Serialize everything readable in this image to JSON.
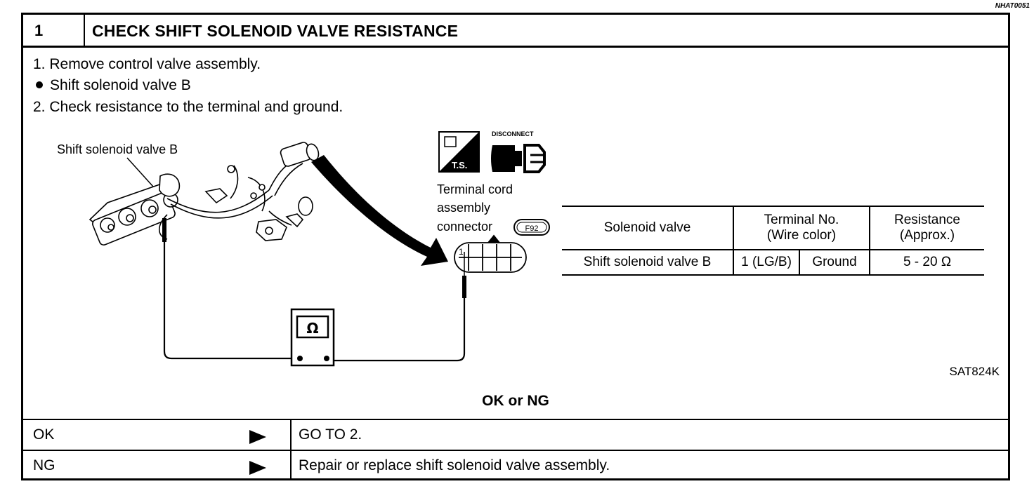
{
  "doc_id": "NHAT0051",
  "step": {
    "number": "1",
    "title": "CHECK SHIFT SOLENOID VALVE RESISTANCE"
  },
  "instructions": [
    "1.  Remove control valve assembly.",
    "Shift solenoid valve B",
    "2.  Check resistance to the terminal and ground."
  ],
  "figure": {
    "solenoid_label": "Shift solenoid valve B",
    "ts_icon_text": "T.S.",
    "disconnect_icon_text": "DISCONNECT",
    "connector_label_lines": [
      "Terminal cord",
      "assembly",
      "connector"
    ],
    "connector_code": "F92",
    "pin_label": "1",
    "meter_symbol": "Ω",
    "figure_code": "SAT824K"
  },
  "spec_table": {
    "headers": {
      "solenoid": "Solenoid valve",
      "terminal": [
        "Terminal No.",
        "(Wire color)"
      ],
      "resistance": [
        "Resistance",
        "(Approx.)"
      ]
    },
    "row": {
      "solenoid": "Shift solenoid valve B",
      "terminal_a": "1 (LG/B)",
      "terminal_b": "Ground",
      "resistance": "5 - 20 Ω"
    }
  },
  "result": {
    "title": "OK or NG",
    "ok": {
      "label": "OK",
      "action": "GO TO 2."
    },
    "ng": {
      "label": "NG",
      "action": "Repair or replace shift solenoid valve assembly."
    }
  }
}
